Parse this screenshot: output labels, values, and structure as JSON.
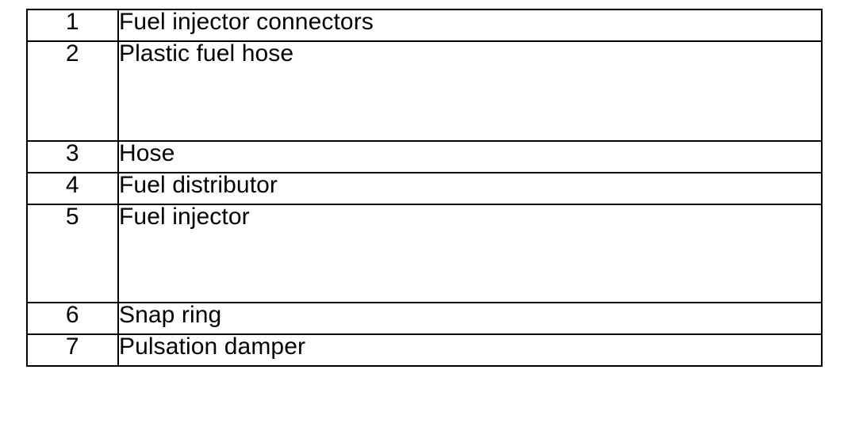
{
  "document": {
    "type": "parts-legend-table",
    "background_color": "#ffffff",
    "text_color": "#000000",
    "border_color": "#000000"
  },
  "table": {
    "columns": [
      {
        "key": "number",
        "label": "",
        "align": "center"
      },
      {
        "key": "description",
        "label": "",
        "align": "left"
      }
    ],
    "rows": [
      {
        "number": "1",
        "description": "Fuel injector connectors",
        "height": "short"
      },
      {
        "number": "2",
        "description": "Plastic fuel hose",
        "height": "tall"
      },
      {
        "number": "3",
        "description": "Hose",
        "height": "short"
      },
      {
        "number": "4",
        "description": "Fuel distributor",
        "height": "short"
      },
      {
        "number": "5",
        "description": "Fuel injector",
        "height": "tall2"
      },
      {
        "number": "6",
        "description": "Snap ring",
        "height": "short"
      },
      {
        "number": "7",
        "description": "Pulsation damper",
        "height": "short"
      }
    ]
  }
}
